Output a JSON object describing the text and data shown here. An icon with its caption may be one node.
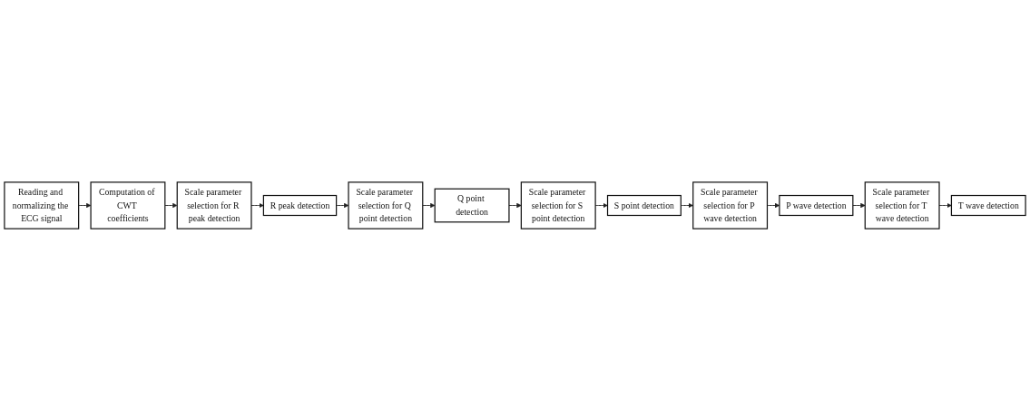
{
  "diagram": {
    "nodes": [
      {
        "text": [
          "Reading and normalizing the ECG signal"
        ]
      },
      {
        "text": [
          "Computation of CWT coefficients"
        ]
      },
      {
        "text": [
          "Scale parameter selection for R peak detection"
        ]
      },
      {
        "text": [
          "R peak detection"
        ]
      },
      {
        "text": [
          "S point detection"
        ]
      },
      {
        "text": [
          "Scale parameter selection for S point detection"
        ]
      },
      {
        "text": [
          "Q point detection"
        ]
      },
      {
        "text": [
          "Scale parameter selection for Q point detection"
        ]
      },
      {
        "text": [
          "Scale parameter selection for P wave detection"
        ]
      },
      {
        "text": [
          "P wave detection"
        ]
      },
      {
        "text": [
          "Scale parameter selection for T wave detection"
        ]
      },
      {
        "text": [
          "T wave detection"
        ]
      }
    ],
    "edges": [
      {
        "from": 0,
        "to": 1,
        "arrow": "to"
      },
      {
        "from": 1,
        "to": 2,
        "arrow": "to"
      },
      {
        "from": 2,
        "to": 3,
        "arrow": "to"
      },
      {
        "from": 3,
        "to": 7,
        "arrow": "to"
      },
      {
        "from": 7,
        "to": 6,
        "arrow": "to"
      },
      {
        "from": 6,
        "to": 5,
        "arrow": "to"
      },
      {
        "from": 5,
        "to": 4,
        "arrow": "to"
      },
      {
        "from": 4,
        "to": 8,
        "arrow": "to"
      },
      {
        "from": 8,
        "to": 9,
        "arrow": "to"
      },
      {
        "from": 9,
        "to": 10,
        "arrow": "to"
      },
      {
        "from": 10,
        "to": 11,
        "arrow": "to"
      }
    ]
  }
}
